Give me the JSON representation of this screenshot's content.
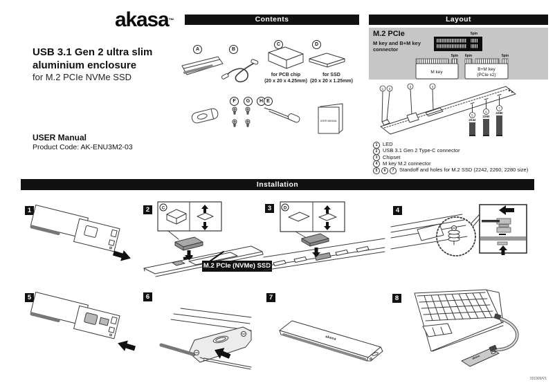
{
  "page": {
    "brand": "akasa",
    "brand_mark": "™",
    "title_line1": "USB 3.1 Gen 2 ultra slim",
    "title_line2": "aluminium enclosure",
    "subtitle": "for M.2 PCIe NVMe SSD",
    "user_manual_label": "USER Manual",
    "product_code": "Product Code: AK-ENU3M2-03",
    "version": "201909/V1"
  },
  "colors": {
    "header_bar": "#111111",
    "panel_gray": "#c6c6c6",
    "pad_gray": "#a8a8a8",
    "ssd_bar_gray": "#4d4d4d"
  },
  "contents": {
    "header": "Contents",
    "badges": {
      "a": "A",
      "b": "B",
      "c": "C",
      "d": "D",
      "f": "F",
      "g": "G",
      "h": "H",
      "e": "E"
    },
    "c_caption_line1": "for PCB chip",
    "c_caption_line2": "(20 x 20 x 4.25mm)",
    "d_caption_line1": "for SSD",
    "d_caption_line2": "(20 x 20 x 1.25mm)",
    "manual_booklet_text": "USER MANUAL"
  },
  "layout": {
    "header": "Layout",
    "panel_title": "M.2 PCIe",
    "panel_sub_line1": "M key and B+M key",
    "panel_sub_line2": "connector",
    "pin5": "5pin",
    "pin6": "6pin",
    "m_key": "M key",
    "bm_key_line1": "B+M key",
    "bm_key_line2": "(PCIe x2)",
    "callouts": [
      "1",
      "2",
      "3",
      "4",
      "5",
      "6",
      "7"
    ],
    "ssd_sizes": [
      "2242",
      "2260",
      "2280"
    ],
    "legend": [
      {
        "num": "1",
        "text": "LED"
      },
      {
        "num": "2",
        "text": "USB 3.1 Gen 2 Type-C connector"
      },
      {
        "num": "3",
        "text": "Chipset"
      },
      {
        "num": "4",
        "text": "M key M.2 connector"
      },
      {
        "nums": [
          "5",
          "6",
          "7"
        ],
        "text": "Standoff and holes for M.2 SSD (2242, 2260, 2280 size)"
      }
    ]
  },
  "installation": {
    "header": "Installation",
    "steps": [
      "1",
      "2",
      "3",
      "4",
      "5",
      "6",
      "7",
      "8"
    ],
    "ssd_label": "M.2 PCIe (NVMe) SSD",
    "step2_item": "C",
    "step3_item": "D"
  }
}
